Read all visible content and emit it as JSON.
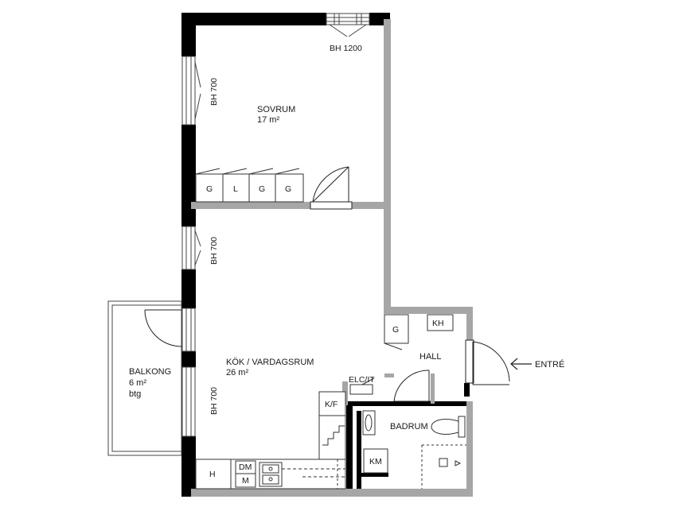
{
  "rooms": {
    "sovrum": {
      "name": "SOVRUM",
      "area": "17 m²"
    },
    "kok": {
      "name": "KÖK / VARDAGSRUM",
      "area": "26 m²"
    },
    "balkong": {
      "name": "BALKONG",
      "area": "6 m²",
      "note": "btg"
    },
    "hall": {
      "name": "HALL"
    },
    "badrum": {
      "name": "BADRUM"
    }
  },
  "windows": {
    "top": "BH 1200",
    "left_upper": "BH 700",
    "left_middle": "BH 700",
    "left_lower": "BH 700"
  },
  "fixtures": {
    "wardrobes": [
      "G",
      "L",
      "G",
      "G"
    ],
    "hall_wardrobe": "G",
    "kh": "KH",
    "kf": "K/F",
    "elc": "ELC/IT",
    "km": "KM",
    "h": "H",
    "dm": "DM",
    "m": "M"
  },
  "entrance": {
    "label": "ENTRÉ",
    "arrow": "left-arrow-icon"
  },
  "colors": {
    "exterior_wall": "#000000",
    "interior_wall": "#a6a6a6",
    "line": "#3a3a3a"
  }
}
